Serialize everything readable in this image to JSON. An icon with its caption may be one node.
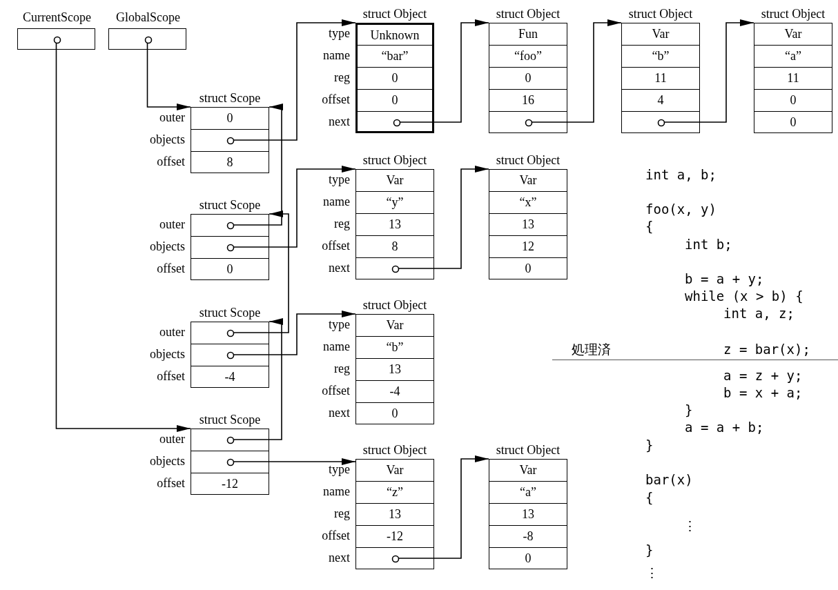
{
  "diagram": {
    "nodes": [
      {
        "text": [
          "CurrentScope"
        ]
      },
      {
        "text": [
          "GlobalScope"
        ]
      },
      {
        "text": [
          "struct Scope"
        ]
      },
      {
        "text": [
          "0"
        ],
        "beside": [
          "outer"
        ],
        "in": 2
      },
      {
        "text": [],
        "shape": "box",
        "beside": [
          "objects"
        ],
        "in": 2
      },
      {
        "text": [
          "8"
        ],
        "beside": [
          "offset"
        ],
        "in": 2
      },
      {
        "text": [
          "struct Object"
        ]
      },
      {
        "text": [
          "Unknown"
        ],
        "beside": [
          "type"
        ],
        "in": 6
      },
      {
        "text": [
          "“bar”"
        ],
        "beside": [
          "name"
        ],
        "in": 6
      },
      {
        "text": [
          "0"
        ],
        "beside": [
          "reg"
        ],
        "in": 6
      },
      {
        "text": [
          "0"
        ],
        "beside": [
          "offset"
        ],
        "in": 6
      },
      {
        "text": [],
        "shape": "box",
        "beside": [
          "next"
        ],
        "in": 6
      },
      {
        "text": [
          "struct Object"
        ]
      },
      {
        "text": [
          "Fun"
        ],
        "in": 12
      },
      {
        "text": [
          "“foo”"
        ],
        "in": 12
      },
      {
        "text": [
          "0"
        ],
        "in": 12
      },
      {
        "text": [
          "16"
        ],
        "in": 12
      },
      {
        "text": [],
        "shape": "box",
        "in": 12
      },
      {
        "text": [
          "struct Object"
        ]
      },
      {
        "text": [
          "Var"
        ],
        "in": 18
      },
      {
        "text": [
          "“b”"
        ],
        "in": 18
      },
      {
        "text": [
          "11"
        ],
        "in": 18
      },
      {
        "text": [
          "4"
        ],
        "in": 18
      },
      {
        "text": [],
        "shape": "box",
        "in": 18
      },
      {
        "text": [
          "struct Object"
        ]
      },
      {
        "text": [
          "Var"
        ],
        "in": 24
      },
      {
        "text": [
          "“a”"
        ],
        "in": 24
      },
      {
        "text": [
          "11"
        ],
        "in": 24
      },
      {
        "text": [
          "0"
        ],
        "in": 24
      },
      {
        "text": [
          "0"
        ],
        "in": 24
      },
      {
        "text": [
          "struct Scope"
        ]
      },
      {
        "text": [],
        "shape": "box",
        "beside": [
          "outer"
        ],
        "in": 30
      },
      {
        "text": [],
        "shape": "box",
        "beside": [
          "objects"
        ],
        "in": 30
      },
      {
        "text": [
          "0"
        ],
        "beside": [
          "offset"
        ],
        "in": 30
      },
      {
        "text": [
          "struct Object"
        ]
      },
      {
        "text": [
          "Var"
        ],
        "beside": [
          "type"
        ],
        "in": 34
      },
      {
        "text": [
          "“y”"
        ],
        "beside": [
          "name"
        ],
        "in": 34
      },
      {
        "text": [
          "13"
        ],
        "beside": [
          "reg"
        ],
        "in": 34
      },
      {
        "text": [
          "8"
        ],
        "beside": [
          "offset"
        ],
        "in": 34
      },
      {
        "text": [],
        "shape": "box",
        "beside": [
          "next"
        ],
        "in": 34
      },
      {
        "text": [
          "struct Object"
        ]
      },
      {
        "text": [
          "Var"
        ],
        "in": 40
      },
      {
        "text": [
          "“x”"
        ],
        "in": 40
      },
      {
        "text": [
          "13"
        ],
        "in": 40
      },
      {
        "text": [
          "12"
        ],
        "in": 40
      },
      {
        "text": [
          "0"
        ],
        "in": 40
      },
      {
        "text": [
          "struct Scope"
        ]
      },
      {
        "text": [],
        "shape": "box",
        "beside": [
          "outer"
        ],
        "in": 46
      },
      {
        "text": [],
        "shape": "box",
        "beside": [
          "objects"
        ],
        "in": 46
      },
      {
        "text": [
          "-4"
        ],
        "beside": [
          "offset"
        ],
        "in": 46
      },
      {
        "text": [
          "struct Object"
        ]
      },
      {
        "text": [
          "Var"
        ],
        "beside": [
          "type"
        ],
        "in": 50
      },
      {
        "text": [
          "“b”"
        ],
        "beside": [
          "name"
        ],
        "in": 50
      },
      {
        "text": [
          "13"
        ],
        "beside": [
          "reg"
        ],
        "in": 50
      },
      {
        "text": [
          "-4"
        ],
        "beside": [
          "offset"
        ],
        "in": 50
      },
      {
        "text": [
          "0"
        ],
        "beside": [
          "next"
        ],
        "in": 50
      },
      {
        "text": [
          "struct Scope"
        ]
      },
      {
        "text": [],
        "shape": "box",
        "beside": [
          "outer"
        ],
        "in": 56
      },
      {
        "text": [],
        "shape": "box",
        "beside": [
          "objects"
        ],
        "in": 56
      },
      {
        "text": [
          "-12"
        ],
        "beside": [
          "offset"
        ],
        "in": 56
      },
      {
        "text": [
          "struct Object"
        ]
      },
      {
        "text": [
          "Var"
        ],
        "beside": [
          "type"
        ],
        "in": 60
      },
      {
        "text": [
          "“z”"
        ],
        "beside": [
          "name"
        ],
        "in": 60
      },
      {
        "text": [
          "13"
        ],
        "beside": [
          "reg"
        ],
        "in": 60
      },
      {
        "text": [
          "-12"
        ],
        "beside": [
          "offset"
        ],
        "in": 60
      },
      {
        "text": [],
        "shape": "box",
        "beside": [
          "next"
        ],
        "in": 60
      },
      {
        "text": [
          "struct Object"
        ]
      },
      {
        "text": [
          "Var"
        ],
        "in": 66
      },
      {
        "text": [
          "“a”"
        ],
        "in": 66
      },
      {
        "text": [
          "13"
        ],
        "in": 66
      },
      {
        "text": [
          "-8"
        ],
        "in": 66
      },
      {
        "text": [
          "0"
        ],
        "in": 66
      }
    ],
    "edges": [
      {
        "from": 0,
        "to": 56,
        "arrow": "to"
      },
      {
        "from": 1,
        "to": 2,
        "arrow": "to"
      },
      {
        "from": 4,
        "to": 6,
        "arrow": "to"
      },
      {
        "from": 11,
        "to": 12,
        "arrow": "to"
      },
      {
        "from": 17,
        "to": 18,
        "arrow": "to"
      },
      {
        "from": 23,
        "to": 24,
        "arrow": "to"
      },
      {
        "from": 31,
        "to": 2,
        "arrow": "to"
      },
      {
        "from": 32,
        "to": 34,
        "arrow": "to"
      },
      {
        "from": 39,
        "to": 40,
        "arrow": "to"
      },
      {
        "from": 47,
        "to": 30,
        "arrow": "to"
      },
      {
        "from": 48,
        "to": 50,
        "arrow": "to"
      },
      {
        "from": 57,
        "to": 46,
        "arrow": "to"
      },
      {
        "from": 58,
        "to": 60,
        "arrow": "to"
      },
      {
        "from": 65,
        "to": 66,
        "arrow": "to"
      }
    ],
    "labels": [
      "int a, b;",
      "foo(x, y)",
      "{",
      "int b;",
      "b = a + y;",
      "while (x > b) {",
      "int a, z;",
      "処理済",
      "z = bar(x);",
      "a = z + y;",
      "b = x + a;",
      "}",
      "a = a + b;",
      "}",
      "bar(x)",
      "{",
      "⋮",
      "}",
      "⋮"
    ]
  }
}
